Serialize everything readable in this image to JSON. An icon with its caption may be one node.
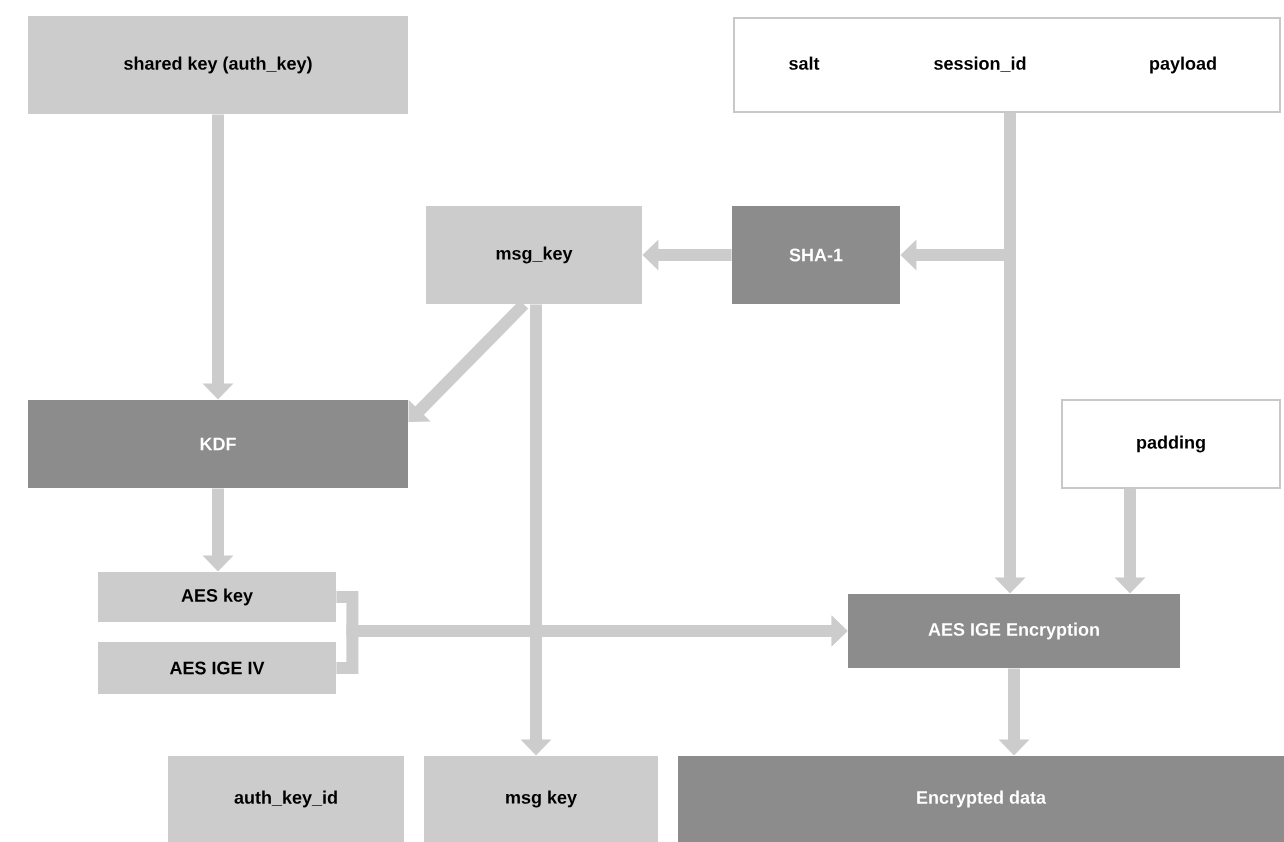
{
  "diagram": {
    "nodes": [
      {
        "text": [
          "shared key (auth_key)"
        ]
      },
      {
        "text": [
          "salt",
          "session_id",
          "payload"
        ]
      },
      {
        "text": [
          "msg_key"
        ]
      },
      {
        "text": [
          "SHA-1"
        ]
      },
      {
        "text": [
          "KDF"
        ]
      },
      {
        "text": [
          "padding"
        ]
      },
      {
        "text": [
          "AES key"
        ]
      },
      {
        "text": [
          "AES IGE IV"
        ]
      },
      {
        "text": [
          "AES IGE Encryption"
        ]
      },
      {
        "text": [
          "auth_key_id"
        ]
      },
      {
        "text": [
          "msg key"
        ]
      },
      {
        "text": [
          "Encrypted data"
        ]
      }
    ],
    "edges": [
      {
        "from": 0,
        "to": 4,
        "arrow": "to"
      },
      {
        "from": 1,
        "to": 3,
        "arrow": "to"
      },
      {
        "from": 1,
        "to": 8,
        "arrow": "to"
      },
      {
        "from": 3,
        "to": 2,
        "arrow": "to"
      },
      {
        "from": 2,
        "to": 4,
        "arrow": "to"
      },
      {
        "from": 2,
        "to": 10,
        "arrow": "to"
      },
      {
        "from": 4,
        "to": 6,
        "arrow": "to"
      },
      {
        "from": 6,
        "to": 8,
        "arrow": "to"
      },
      {
        "from": 7,
        "to": 8,
        "arrow": "to"
      },
      {
        "from": 5,
        "to": 8,
        "arrow": "to"
      },
      {
        "from": 8,
        "to": 11,
        "arrow": "to"
      }
    ]
  }
}
